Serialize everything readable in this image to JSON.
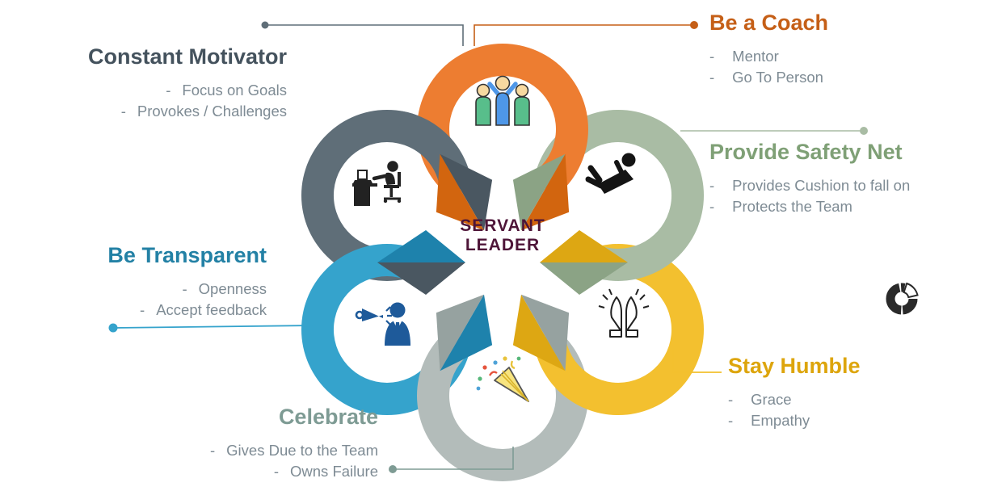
{
  "center": {
    "line1": "SERVANT",
    "line2": "LEADER"
  },
  "bullet_marker": "-",
  "sections": [
    {
      "id": "constant-motivator",
      "heading": "Constant Motivator",
      "color": "#44525D",
      "bullets": [
        "Focus on Goals",
        "Provokes / Challenges"
      ]
    },
    {
      "id": "be-a-coach",
      "heading": "Be a Coach",
      "color": "#C55F17",
      "bullets": [
        "Mentor",
        "Go To Person"
      ]
    },
    {
      "id": "provide-safety-net",
      "heading": "Provide Safety Net",
      "color": "#7FA076",
      "bullets": [
        "Provides Cushion to fall on",
        "Protects the Team"
      ]
    },
    {
      "id": "stay-humble",
      "heading": "Stay Humble",
      "color": "#DDA50C",
      "bullets": [
        "Grace",
        "Empathy"
      ]
    },
    {
      "id": "celebrate",
      "heading": "Celebrate",
      "color": "#7E9B94",
      "bullets": [
        "Gives Due to the Team",
        "Owns Failure"
      ]
    },
    {
      "id": "be-transparent",
      "heading": "Be Transparent",
      "color": "#2381A5",
      "bullets": [
        "Openness",
        "Accept feedback"
      ]
    }
  ],
  "icons": [
    "team-icon",
    "falling-person-icon",
    "praying-hands-icon",
    "party-popper-icon",
    "megaphone-person-icon",
    "desk-person-icon",
    "donut-logo-icon"
  ],
  "colors": {
    "orange": "#ED7D31",
    "orange_dark": "#D2650F",
    "sage": "#A9BCA4",
    "sage_dark": "#8BA385",
    "yellow": "#F3C02F",
    "yellow_dark": "#DDA713",
    "gray": "#B3BCBA",
    "gray_dark": "#96A2A0",
    "blue": "#35A3CC",
    "blue_dark": "#1E82AC",
    "slate": "#5F6E78",
    "slate_dark": "#4A5761",
    "heading_orange": "#C55F17",
    "celebrate_line": "#7E9B94",
    "bullet_text": "#7E8B94",
    "center_text": "#4E1538",
    "logo": "#2A2A2A"
  }
}
